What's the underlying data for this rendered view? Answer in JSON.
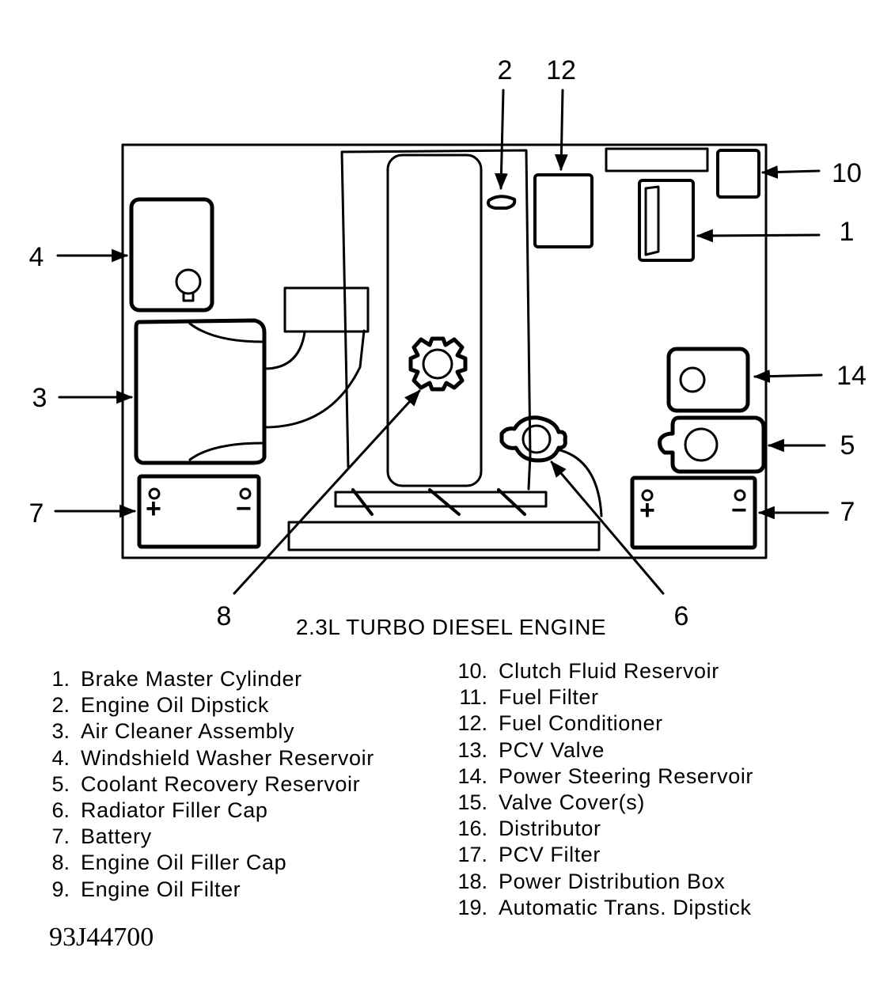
{
  "callouts": {
    "c1": "1",
    "c2": "2",
    "c3": "3",
    "c4": "4",
    "c5": "5",
    "c6": "6",
    "c7_left": "7",
    "c7_right": "7",
    "c8": "8",
    "c10": "10",
    "c12": "12",
    "c14": "14"
  },
  "battery": {
    "plus": "+",
    "minus": "−"
  },
  "caption": "2.3L TURBO DIESEL ENGINE",
  "legend_left": [
    {
      "num": "1.",
      "label": "Brake Master Cylinder"
    },
    {
      "num": "2.",
      "label": "Engine Oil Dipstick"
    },
    {
      "num": "3.",
      "label": "Air Cleaner Assembly"
    },
    {
      "num": "4.",
      "label": "Windshield Washer Reservoir"
    },
    {
      "num": "5.",
      "label": "Coolant Recovery Reservoir"
    },
    {
      "num": "6.",
      "label": "Radiator Filler Cap"
    },
    {
      "num": "7.",
      "label": "Battery"
    },
    {
      "num": "8.",
      "label": "Engine Oil Filler Cap"
    },
    {
      "num": "9.",
      "label": "Engine Oil Filter"
    }
  ],
  "legend_right": [
    {
      "num": "10.",
      "label": "Clutch Fluid Reservoir"
    },
    {
      "num": "11.",
      "label": "Fuel Filter"
    },
    {
      "num": "12.",
      "label": "Fuel Conditioner"
    },
    {
      "num": "13.",
      "label": "PCV Valve"
    },
    {
      "num": "14.",
      "label": "Power Steering Reservoir"
    },
    {
      "num": "15.",
      "label": "Valve Cover(s)"
    },
    {
      "num": "16.",
      "label": "Distributor"
    },
    {
      "num": "17.",
      "label": "PCV Filter"
    },
    {
      "num": "18.",
      "label": "Power Distribution Box"
    },
    {
      "num": "19.",
      "label": "Automatic Trans. Dipstick"
    }
  ],
  "figure_code": "93J44700"
}
